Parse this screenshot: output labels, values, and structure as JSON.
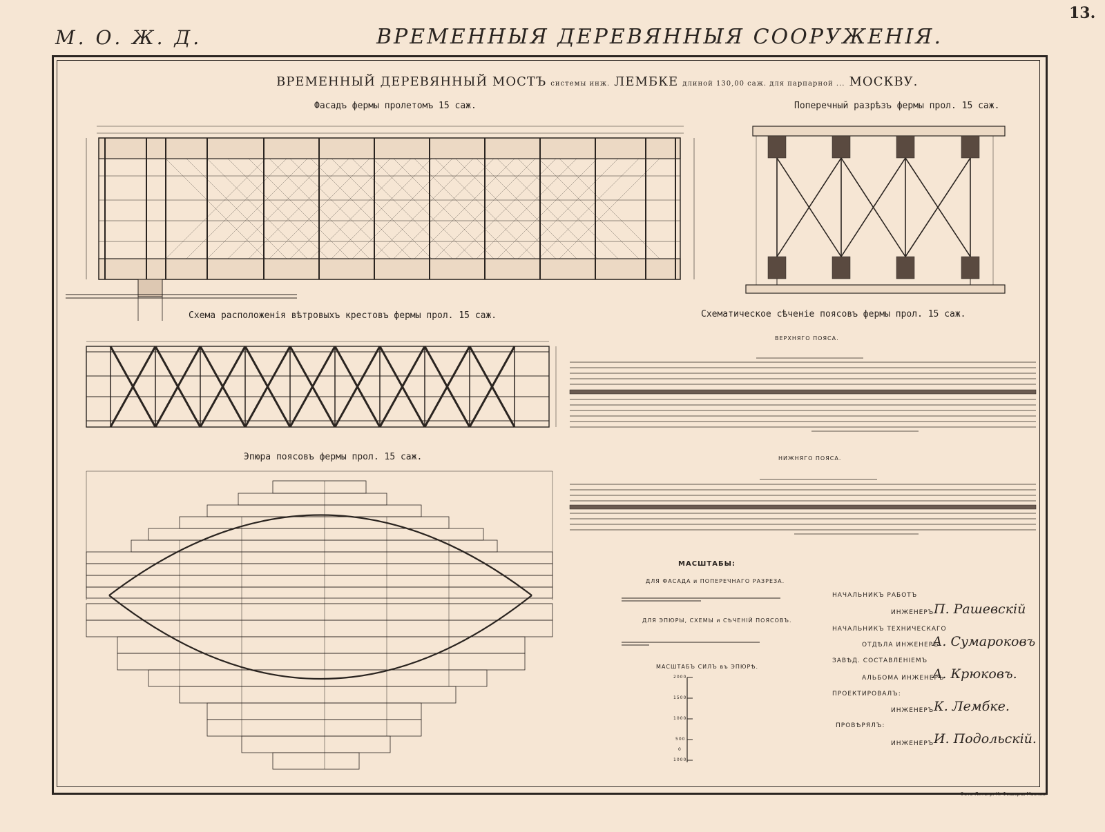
{
  "header": {
    "plate_number": "13.",
    "railway_abbr": "М. О. Ж. Д.",
    "title": "ВРЕМЕННЫЯ ДЕРЕВЯННЫЯ СООРУЖЕНІЯ."
  },
  "bridge_title": {
    "part1": "ВРЕМЕННЫЙ ДЕРЕВЯННЫЙ МОСТЪ",
    "part2": "системы инж.",
    "part3": "ЛЕМБКЕ",
    "part4": "длиной 130,00 саж. для парпарной ...",
    "part5": "МОСКВУ."
  },
  "sections": {
    "facade": "Фасадъ фермы пролетомъ 15 саж.",
    "cross_section": "Поперечный разрѣзъ фермы прол. 15 саж.",
    "wind_scheme": "Схема расположенія вѣтровыхъ крестовъ фермы прол. 15 саж.",
    "chord_sections": "Схематическое сѣченіе поясовъ фермы прол. 15 саж.",
    "upper_chord": "ВЕРХНЯГО ПОЯСА.",
    "lower_chord": "НИЖНЯГО ПОЯСА.",
    "epure": "Эпюра поясовъ фермы прол. 15 саж."
  },
  "scales": {
    "title": "МАСШТАБЫ:",
    "facade_scale": "ДЛЯ ФАСАДА и ПОПЕРЕЧНАГО РАЗРЕЗА.",
    "epure_scale": "ДЛЯ ЭПЮРЫ, СХЕМЫ и СѢЧЕНІЙ ПОЯСОВЪ.",
    "force_scale": "МАСШТАБЪ СИЛЪ въ ЭПЮРѢ.",
    "force_ticks": [
      "2000",
      "1500",
      "1000",
      "500",
      "0",
      "1000"
    ]
  },
  "signatures": [
    {
      "role1": "НАЧАЛЬНИКЪ РАБОТЪ",
      "role2": "ИНЖЕНЕРЪ",
      "name": "П. Рашевскій"
    },
    {
      "role1": "НАЧАЛЬНИКЪ ТЕХНИЧЕСКАГО",
      "role2": "ОТДѢЛА ИНЖЕНЕРЪ",
      "name": "А. Сумароковъ"
    },
    {
      "role1": "ЗАВѢД. СОСТАВЛЕНІЕМЪ",
      "role2": "АЛЬБОМА ИНЖЕНЕРЪ",
      "name": "А. Крюковъ."
    },
    {
      "role1": "ПРОЕКТИРОВАЛЪ:",
      "role2": "ИНЖЕНЕРЪ",
      "name": "К. Лембке."
    },
    {
      "role1": "ПРОВѢРЯЛЪ:",
      "role2": "ИНЖЕНЕРЪ",
      "name": "И. Подольскій."
    }
  ],
  "footer": "Фото-Литогр. К. Фишеръ, Москва.",
  "colors": {
    "paper": "#f6e6d4",
    "ink": "#2a2420"
  }
}
